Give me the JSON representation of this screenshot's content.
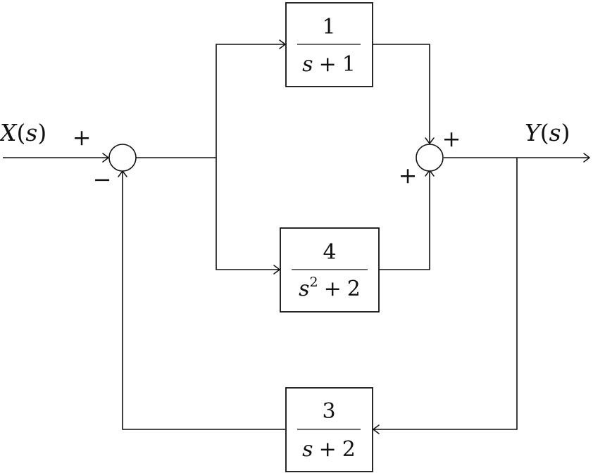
{
  "signals": {
    "input": {
      "name": "X",
      "arg": "s"
    },
    "output": {
      "name": "Y",
      "arg": "s"
    }
  },
  "blocks": {
    "upper": {
      "numerator": "1",
      "den_var": "s",
      "den_exp": "",
      "den_op": "+",
      "den_const": "1"
    },
    "lower": {
      "numerator": "4",
      "den_var": "s",
      "den_exp": "2",
      "den_op": "+",
      "den_const": "2"
    },
    "feedback": {
      "numerator": "3",
      "den_var": "s",
      "den_exp": "",
      "den_op": "+",
      "den_const": "2"
    }
  },
  "signs": {
    "sum1_input": "+",
    "sum1_feedback": "−",
    "sum2_upper": "+",
    "sum2_lower": "+"
  }
}
